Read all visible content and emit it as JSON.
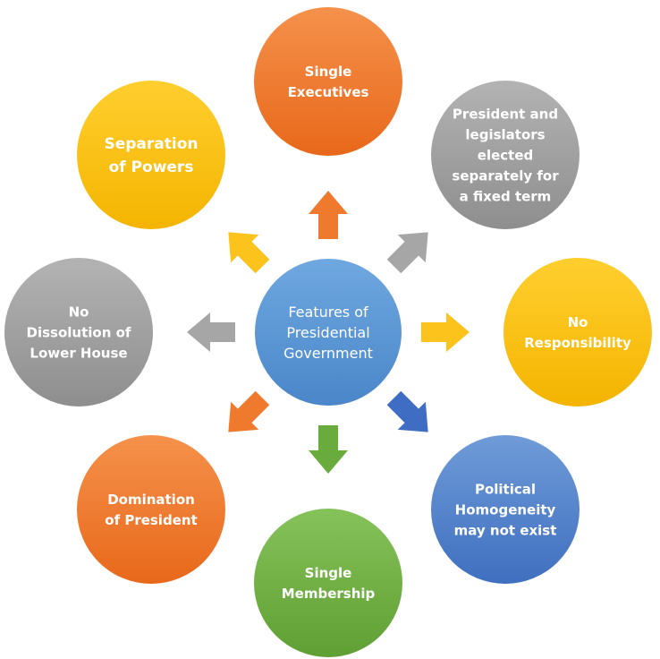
{
  "diagram": {
    "center": {
      "id": "center",
      "lines": [
        "Features of",
        "Presidential",
        "Government"
      ],
      "color": "blue"
    },
    "nodes": [
      {
        "id": "single-executives",
        "lines": [
          "Single",
          "Executives"
        ],
        "color": "orange"
      },
      {
        "id": "president-legislators",
        "lines": [
          "President and",
          "legislators",
          "elected",
          "separately for",
          "a fixed term"
        ],
        "color": "gray"
      },
      {
        "id": "no-responsibility",
        "lines": [
          "No",
          "Responsibility"
        ],
        "color": "yellow"
      },
      {
        "id": "political-homogeneity",
        "lines": [
          "Political",
          "Homogeneity",
          "may not exist"
        ],
        "color": "blue"
      },
      {
        "id": "single-membership",
        "lines": [
          "Single",
          "Membership"
        ],
        "color": "green"
      },
      {
        "id": "domination-of-president",
        "lines": [
          "Domination",
          "of President"
        ],
        "color": "orange"
      },
      {
        "id": "no-dissolution",
        "lines": [
          "No",
          "Dissolution of",
          "Lower House"
        ],
        "color": "gray"
      },
      {
        "id": "separation-of-powers",
        "lines": [
          "Separation",
          "of Powers"
        ],
        "color": "yellow"
      }
    ],
    "arrows": [
      {
        "id": "arrow-to-single-executives",
        "color": "orange"
      },
      {
        "id": "arrow-to-president-legislators",
        "color": "gray"
      },
      {
        "id": "arrow-to-no-responsibility",
        "color": "yellow"
      },
      {
        "id": "arrow-to-political-homogeneity",
        "color": "blue"
      },
      {
        "id": "arrow-to-single-membership",
        "color": "green"
      },
      {
        "id": "arrow-to-domination-of-president",
        "color": "orange"
      },
      {
        "id": "arrow-to-no-dissolution",
        "color": "gray"
      },
      {
        "id": "arrow-to-separation-of-powers",
        "color": "yellow"
      }
    ],
    "palette": {
      "orange": {
        "light": "#f5914b",
        "dark": "#e8681a",
        "arrow": "#ef7a2e"
      },
      "gray": {
        "light": "#b3b3b3",
        "dark": "#8e8e8e",
        "arrow": "#a6a6a6"
      },
      "yellow": {
        "light": "#ffcf2f",
        "dark": "#f4b400",
        "arrow": "#fbc31b"
      },
      "blue": {
        "light": "#6f9bd8",
        "dark": "#3f6fbf",
        "arrow": "#3f6dc4"
      },
      "green": {
        "light": "#86c25a",
        "dark": "#5f9f33",
        "arrow": "#6aab3e"
      },
      "center": {
        "light": "#6fa8e0",
        "dark": "#4a86c9"
      }
    }
  }
}
